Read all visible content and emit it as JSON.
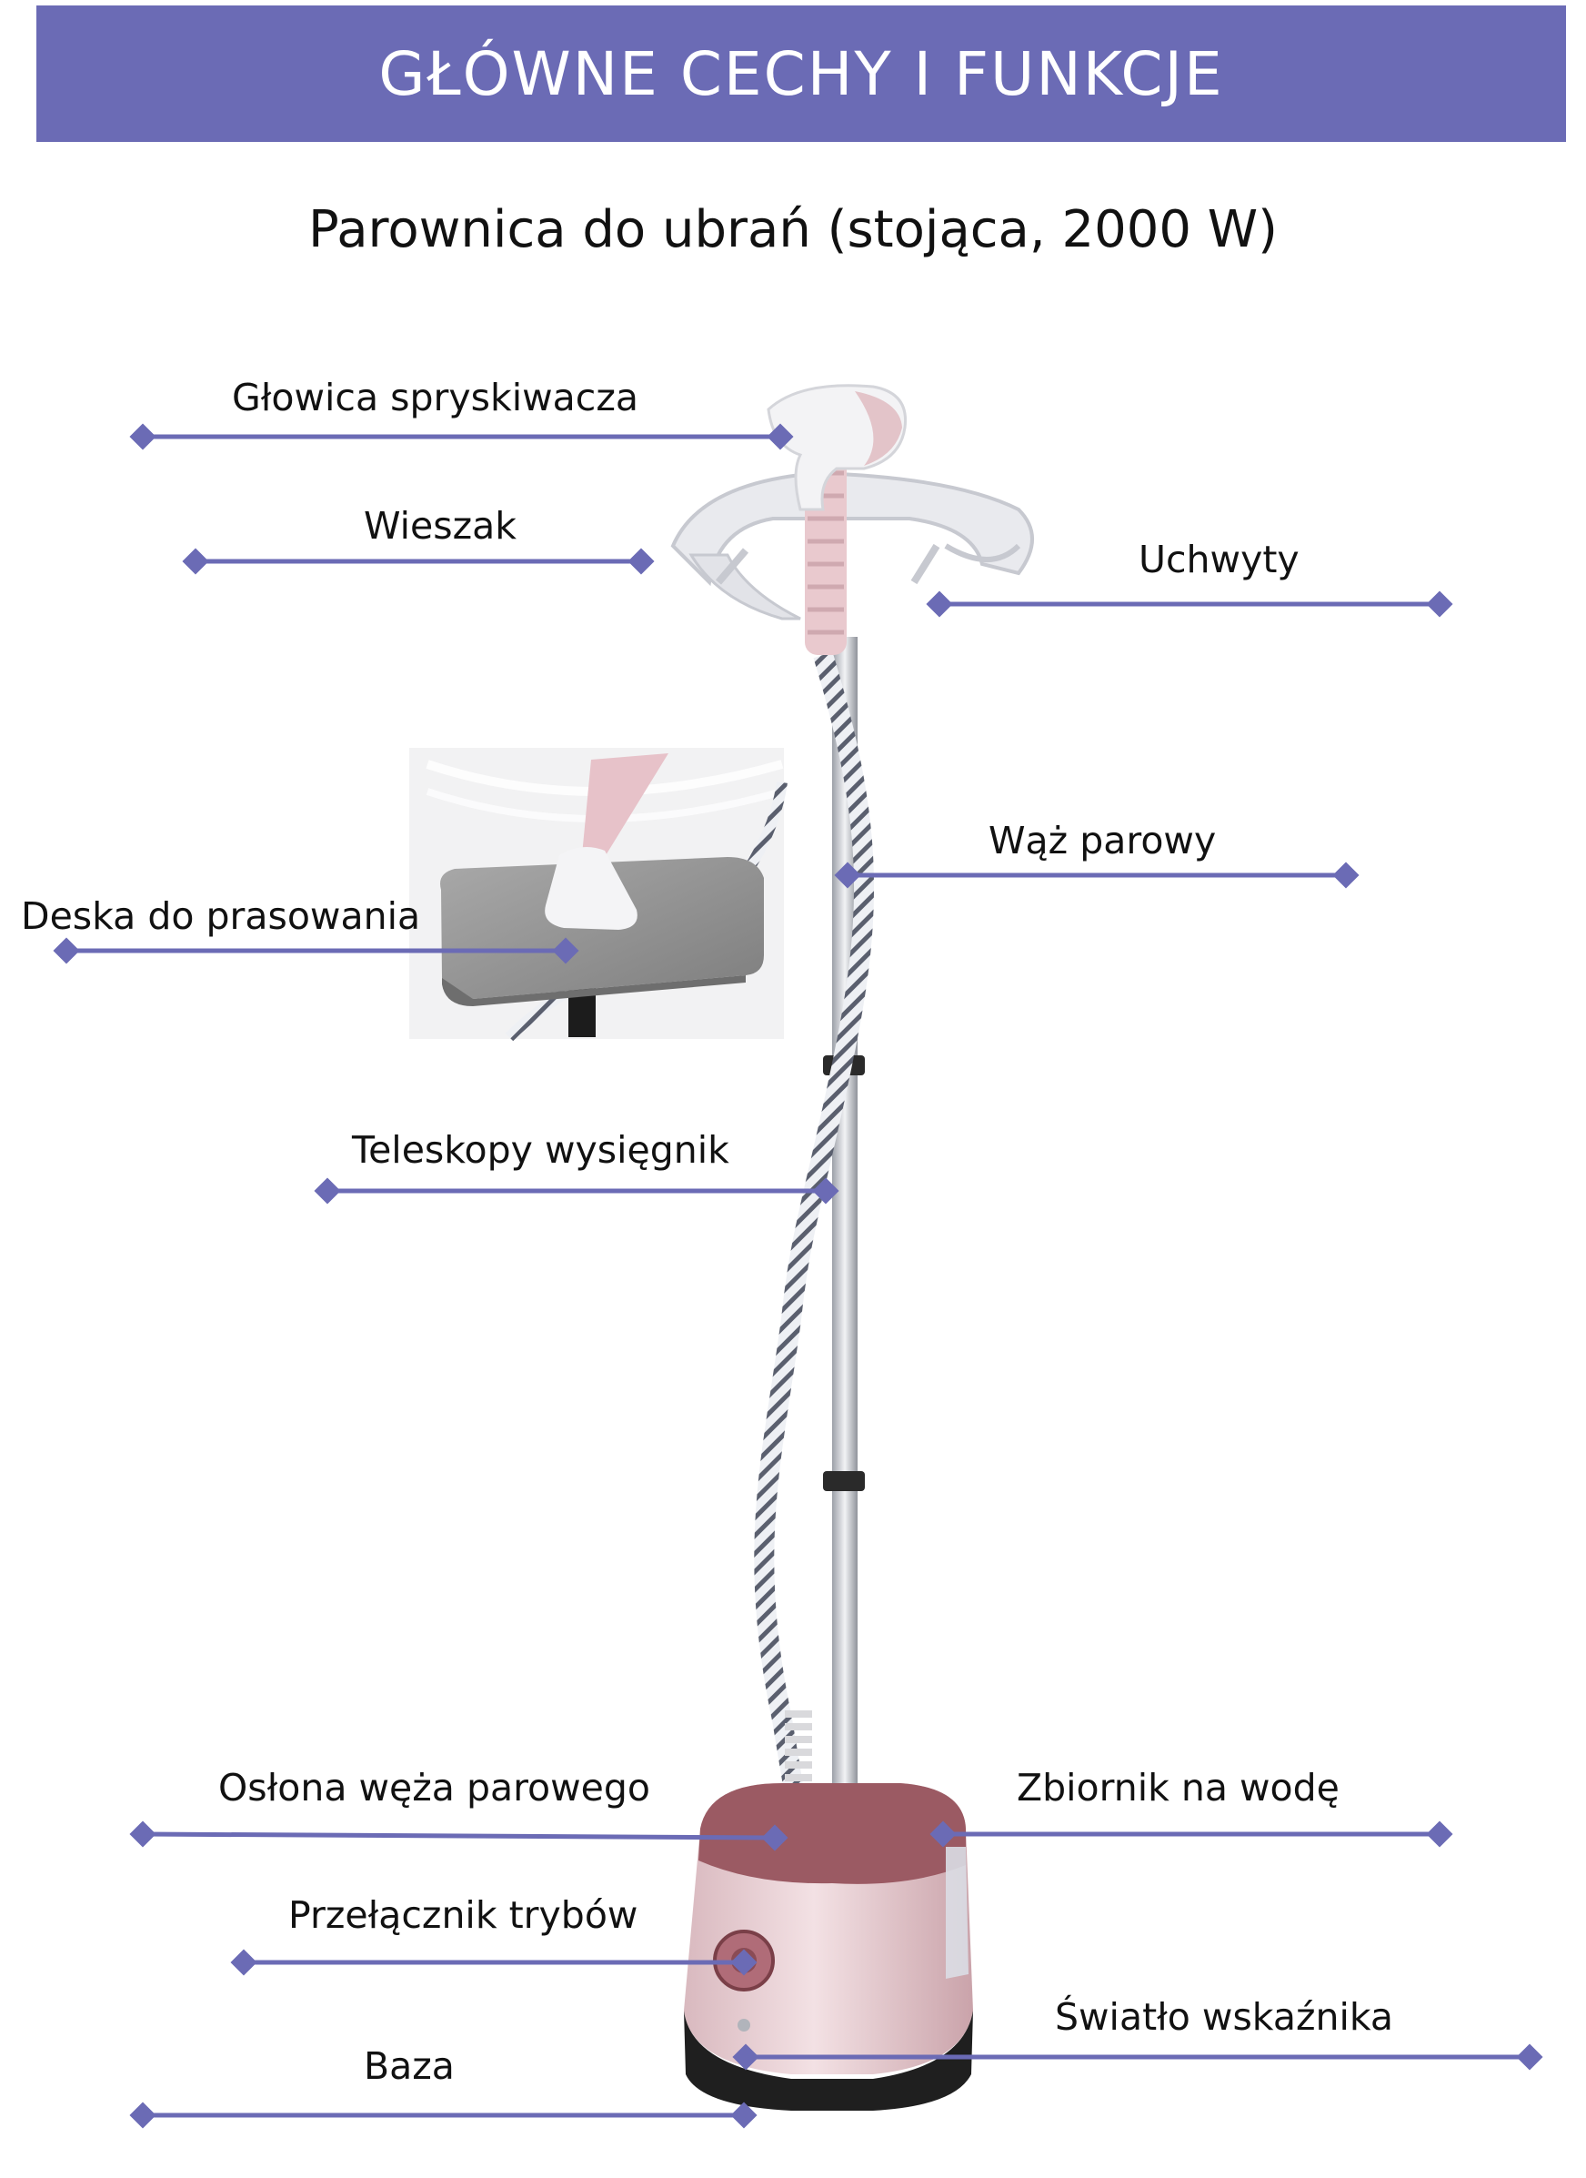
{
  "header": {
    "title": "GŁÓWNE CECHY I FUNKCJE",
    "subtitle": "Parownica do ubrań (stojąca, 2000 W)"
  },
  "callouts": [
    {
      "id": "glowica",
      "label": "Głowica spryskiwacza"
    },
    {
      "id": "wieszak",
      "label": "Wieszak"
    },
    {
      "id": "uchwyty",
      "label": "Uchwyty"
    },
    {
      "id": "waz",
      "label": "Wąż parowy"
    },
    {
      "id": "deska",
      "label": "Deska do prasowania"
    },
    {
      "id": "teleskop",
      "label": "Teleskopy wysięgnik"
    },
    {
      "id": "oslona",
      "label": "Osłona węża parowego"
    },
    {
      "id": "zbiornik",
      "label": "Zbiornik na wodę"
    },
    {
      "id": "przelacznik",
      "label": "Przełącznik trybów"
    },
    {
      "id": "swiatlo",
      "label": "Światło wskaźnika"
    },
    {
      "id": "baza",
      "label": "Baza"
    }
  ],
  "colors": {
    "accent": "#6b6bb5",
    "product_pink": "#e8cdd2",
    "product_maroon": "#9b5a63"
  }
}
